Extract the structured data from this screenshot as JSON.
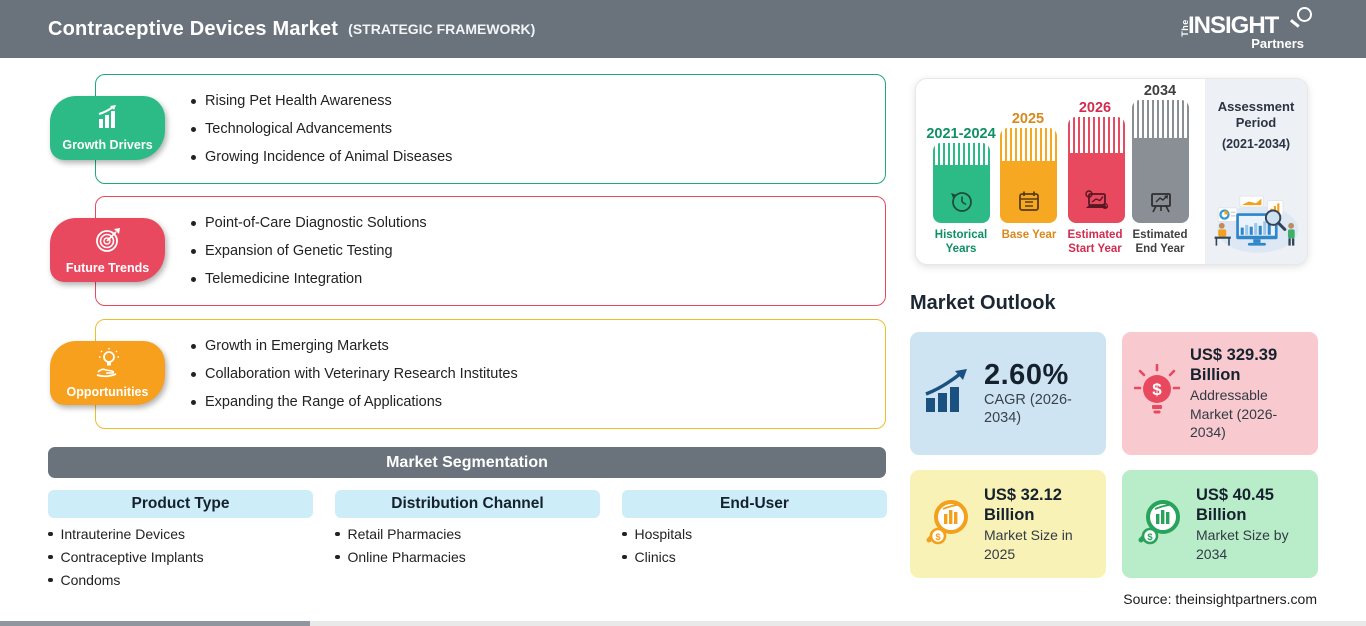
{
  "header": {
    "title": "Contraceptive Devices Market",
    "subtitle": "(STRATEGIC FRAMEWORK)",
    "logo": {
      "the": "The",
      "insight": "INSIGHT",
      "partners": "Partners"
    }
  },
  "colors": {
    "header_bg": "#6a727c",
    "growth_green": "#2cbb87",
    "trends_red": "#e8495f",
    "opportunities_orange": "#f7a01d",
    "opportunities_border": "#ecbe2e",
    "pill_blue": "#cdedf8",
    "timeline_gray": "#8a8f95",
    "card_blue": "#cfe4f2",
    "card_pink": "#f8c9ce",
    "card_yellow": "#f8f2b7",
    "card_green": "#b9ecc9"
  },
  "framework": {
    "sections": [
      {
        "label": "Growth Drivers",
        "icon": "bar-growth-icon",
        "items": [
          "Rising Pet Health Awareness",
          "Technological Advancements",
          "Growing Incidence of Animal Diseases"
        ]
      },
      {
        "label": "Future Trends",
        "icon": "target-dart-icon",
        "items": [
          "Point-of-Care Diagnostic Solutions",
          "Expansion of Genetic Testing",
          "Telemedicine Integration"
        ]
      },
      {
        "label": "Opportunities",
        "icon": "bulb-hand-icon",
        "items": [
          "Growth in Emerging Markets",
          "Collaboration with Veterinary Research Institutes",
          "Expanding the Range of Applications"
        ]
      }
    ]
  },
  "segmentation": {
    "title": "Market Segmentation",
    "columns": [
      {
        "header": "Product Type",
        "items": [
          "Intrauterine Devices",
          "Contraceptive Implants",
          "Condoms"
        ]
      },
      {
        "header": "Distribution Channel",
        "items": [
          "Retail Pharmacies",
          "Online Pharmacies",
          ""
        ]
      },
      {
        "header": "End-User",
        "items": [
          "Hospitals",
          "Clinics",
          ""
        ]
      }
    ]
  },
  "timeline": {
    "bars": [
      {
        "year": "2021-2024",
        "label": "Historical Years",
        "color": "#2cbb87",
        "icon": "history-clock-icon"
      },
      {
        "year": "2025",
        "label": "Base Year",
        "color": "#f7a823",
        "icon": "calendar-icon"
      },
      {
        "year": "2026",
        "label": "Estimated Start Year",
        "color": "#e8495f",
        "icon": "laptop-chart-icon"
      },
      {
        "year": "2034",
        "label": "Estimated End Year",
        "color": "#8a8f95",
        "icon": "easel-chart-icon"
      }
    ],
    "assessment": {
      "title": "Assessment Period",
      "range": "(2021-2034)"
    }
  },
  "outlook": {
    "title": "Market Outlook",
    "cards": [
      {
        "value": "2.60%",
        "label": "CAGR (2026-2034)",
        "icon": "cagr-chart-icon"
      },
      {
        "value": "US$ 329.39 Billion",
        "label": "Addressable Market (2026-2034)",
        "icon": "bulb-dollar-icon"
      },
      {
        "value": "US$ 32.12 Billion",
        "label": "Market Size in 2025",
        "icon": "magnifier-chart-orange-icon"
      },
      {
        "value": "US$ 40.45 Billion",
        "label": "Market Size by 2034",
        "icon": "magnifier-chart-green-icon"
      }
    ]
  },
  "source": "Source: theinsightpartners.com"
}
